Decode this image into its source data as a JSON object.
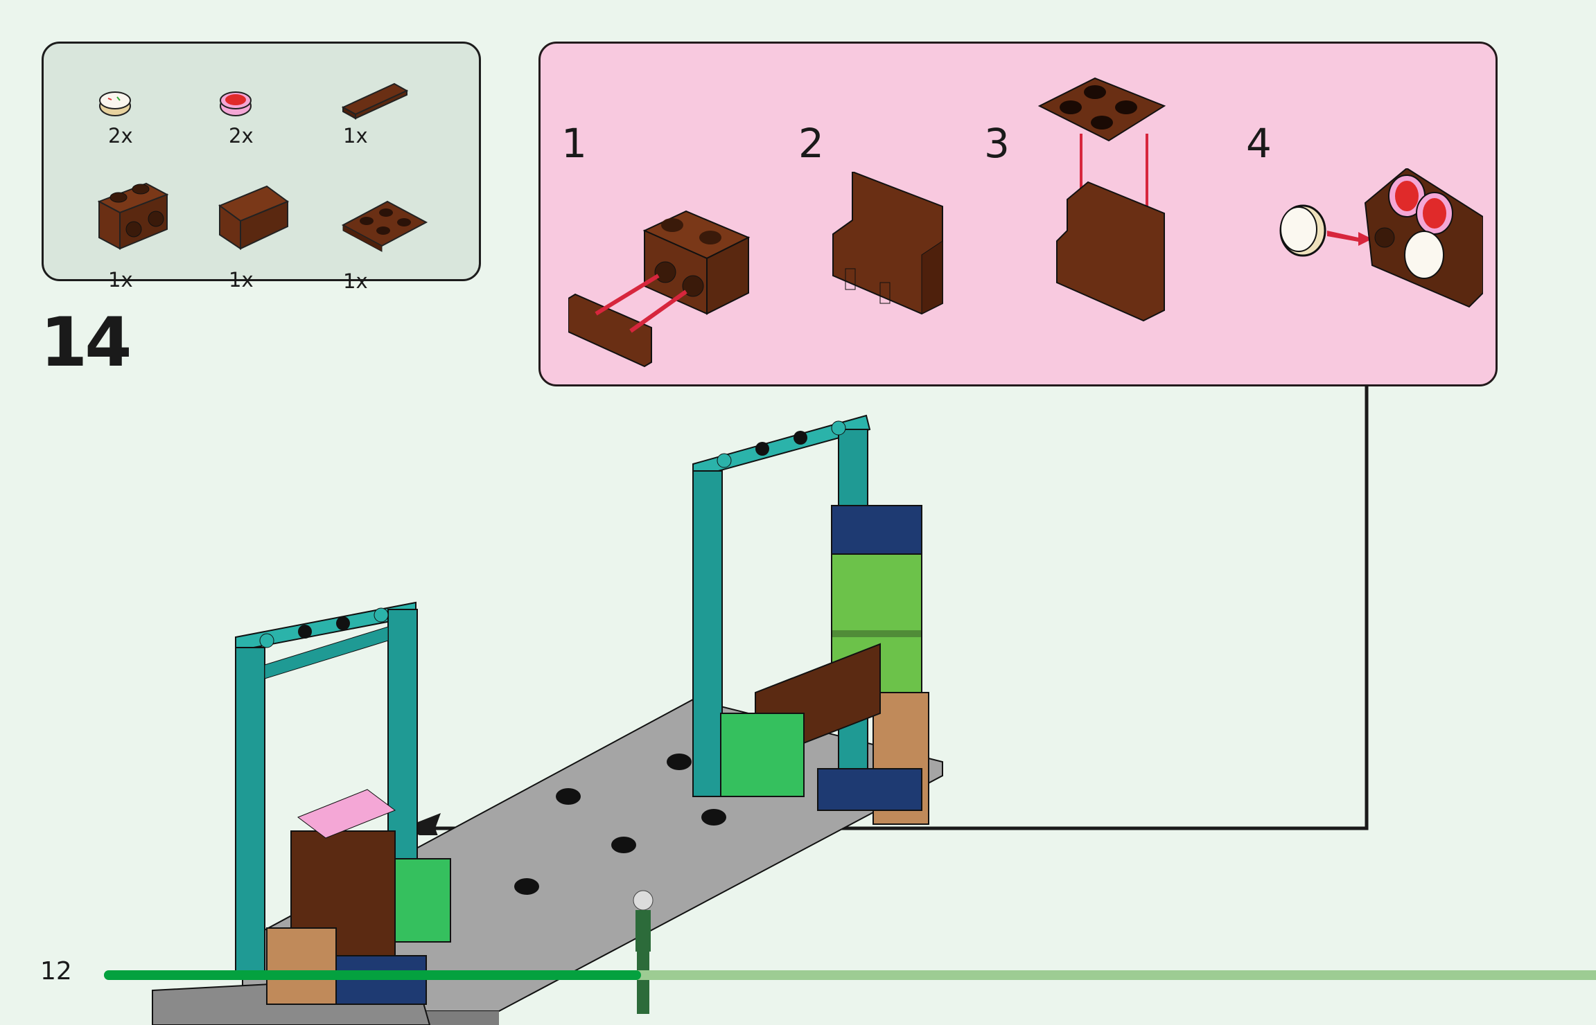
{
  "page": {
    "step_number": "14",
    "page_number": "12",
    "background_color": "#ebf5ed",
    "progress": {
      "fraction": 0.36,
      "filled_color": "#04a13f",
      "track_color": "#9dcc93"
    }
  },
  "parts_list": {
    "background_color": "#d9e6dc",
    "items": [
      {
        "name": "round-tile-sprinkles",
        "quantity": "2x",
        "color": "#efe2bd"
      },
      {
        "name": "round-tile-strawberry",
        "quantity": "2x",
        "color": "#f4a7d6"
      },
      {
        "name": "plate-1x2-brown",
        "quantity": "1x",
        "color": "#6a2f14"
      },
      {
        "name": "brick-1x2-studs-on-side",
        "quantity": "1x",
        "color": "#6a2f14"
      },
      {
        "name": "hinge-brick",
        "quantity": "1x",
        "color": "#6a2f14"
      },
      {
        "name": "hinge-plate-2x2",
        "quantity": "1x",
        "color": "#6a2f14"
      }
    ]
  },
  "sub_assembly": {
    "background_color": "#f8c9df",
    "steps": [
      {
        "number": "1"
      },
      {
        "number": "2"
      },
      {
        "number": "3"
      },
      {
        "number": "4"
      }
    ],
    "arrow_color": "#d7263d"
  },
  "main_model": {
    "frame_color": "#1f9a94",
    "base_color": "#a5a5a5",
    "brick_brown": "#5b2a12",
    "brick_green": "#6cc24a",
    "brick_navy": "#1e3a72",
    "brick_tan": "#c08a5a"
  }
}
